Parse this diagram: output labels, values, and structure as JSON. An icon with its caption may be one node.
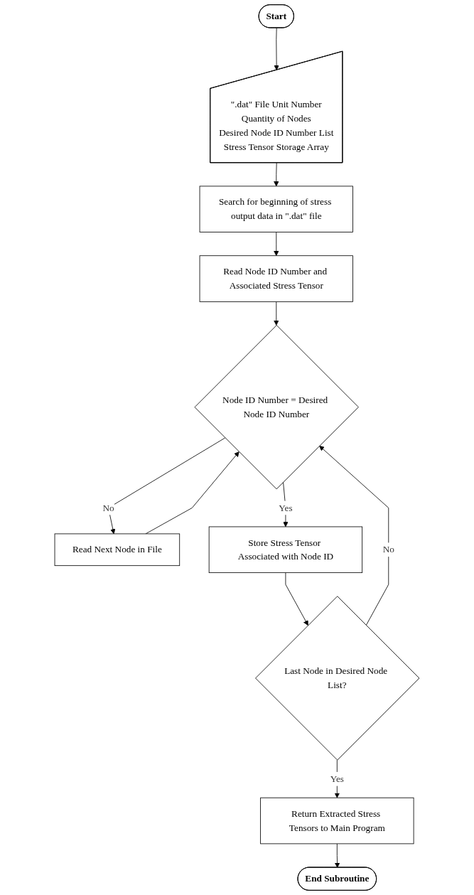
{
  "diagram": {
    "nodes": [
      {
        "text": [
          "Start"
        ]
      },
      {
        "text": [
          "\".dat\" File Unit Number",
          "Quantity of Nodes",
          "Desired Node ID Number List",
          "Stress Tensor Storage Array"
        ]
      },
      {
        "text": [
          "Search for beginning of stress output data in \".dat\" file"
        ]
      },
      {
        "text": [
          "Read Node ID Number and Associated Stress Tensor"
        ]
      },
      {
        "text": [
          "Node ID Number = Desired Node ID Number"
        ]
      },
      {
        "text": [
          "Read Next Node in File"
        ]
      },
      {
        "text": [
          "Store Stress Tensor Associated with Node ID"
        ]
      },
      {
        "text": [
          "Last Node in Desired Node List?"
        ]
      },
      {
        "text": [
          "Return Extracted Stress Tensors to Main Program"
        ]
      },
      {
        "text": [
          "End Subroutine"
        ]
      }
    ],
    "edges": [
      {
        "from": 0,
        "to": 1,
        "arrow": "to"
      },
      {
        "from": 1,
        "to": 2,
        "arrow": "to"
      },
      {
        "from": 2,
        "to": 3,
        "arrow": "to"
      },
      {
        "from": 3,
        "to": 4,
        "arrow": "to"
      },
      {
        "from": 4,
        "to": 5,
        "arrow": "to",
        "label": "No"
      },
      {
        "from": 5,
        "to": 4,
        "arrow": "to"
      },
      {
        "from": 4,
        "to": 6,
        "arrow": "to",
        "label": "Yes"
      },
      {
        "from": 6,
        "to": 7,
        "arrow": "to"
      },
      {
        "from": 7,
        "to": 4,
        "arrow": "to",
        "label": "No"
      },
      {
        "from": 7,
        "to": 8,
        "arrow": "to",
        "label": "Yes"
      },
      {
        "from": 8,
        "to": 9,
        "arrow": "to"
      }
    ]
  }
}
